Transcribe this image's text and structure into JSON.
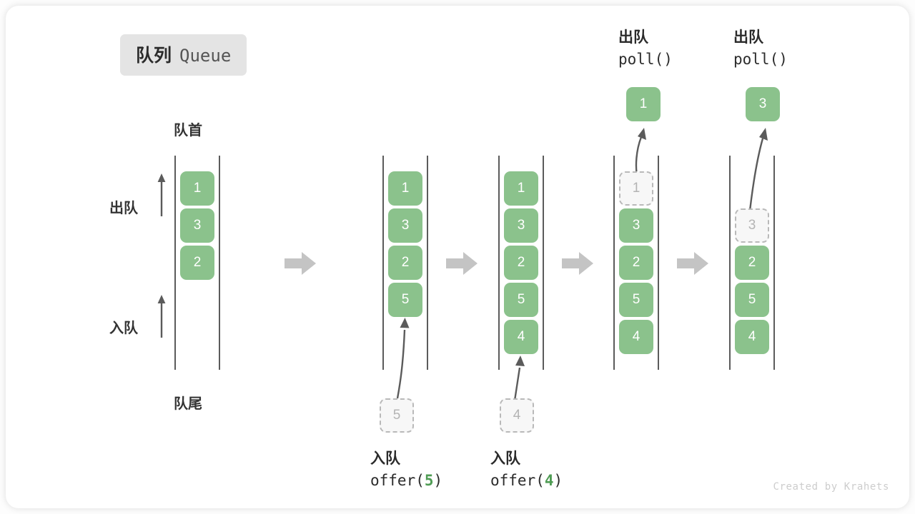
{
  "title": {
    "cn": "队列",
    "en": "Queue"
  },
  "labels": {
    "front": "队首",
    "rear": "队尾",
    "dequeue_side": "出队",
    "enqueue_side": "入队"
  },
  "colors": {
    "cell_fill": "#8bc28c",
    "cell_text": "#ffffff",
    "ghost_fill": "#f7f7f7",
    "ghost_border": "#b9b9b9",
    "ghost_text": "#b4b4b4",
    "rail": "#5b5b5b",
    "arrow_gray": "#c4c4c4",
    "curve_arrow": "#5b5b5b",
    "badge_bg": "#e4e4e4",
    "code_arg": "#4f9c54",
    "watermark": "#cdcdcd"
  },
  "stages": [
    {
      "id": "initial",
      "cells": [
        "1",
        "3",
        "2"
      ],
      "ghost_index": -1,
      "top_label": null,
      "top_result": null,
      "bottom_ghost": null,
      "bottom_label": null
    },
    {
      "id": "after-offer-5",
      "cells": [
        "1",
        "3",
        "2",
        "5"
      ],
      "ghost_index": -1,
      "top_label": null,
      "top_result": null,
      "bottom_ghost": "5",
      "bottom_label": {
        "cn": "入队",
        "code_before": "offer(",
        "arg": "5",
        "code_after": ")"
      }
    },
    {
      "id": "after-offer-4",
      "cells": [
        "1",
        "3",
        "2",
        "5",
        "4"
      ],
      "ghost_index": -1,
      "top_label": null,
      "top_result": null,
      "bottom_ghost": "4",
      "bottom_label": {
        "cn": "入队",
        "code_before": "offer(",
        "arg": "4",
        "code_after": ")"
      }
    },
    {
      "id": "poll-1",
      "cells": [
        "1",
        "3",
        "2",
        "5",
        "4"
      ],
      "ghost_index": 0,
      "top_label": {
        "cn": "出队",
        "code": "poll()"
      },
      "top_result": "1",
      "bottom_ghost": null,
      "bottom_label": null
    },
    {
      "id": "poll-3",
      "cells": [
        "3",
        "2",
        "5",
        "4"
      ],
      "ghost_index": 0,
      "top_label": {
        "cn": "出队",
        "code": "poll()"
      },
      "top_result": "3",
      "bottom_ghost": null,
      "bottom_label": null
    }
  ],
  "watermark": "Created by Krahets"
}
